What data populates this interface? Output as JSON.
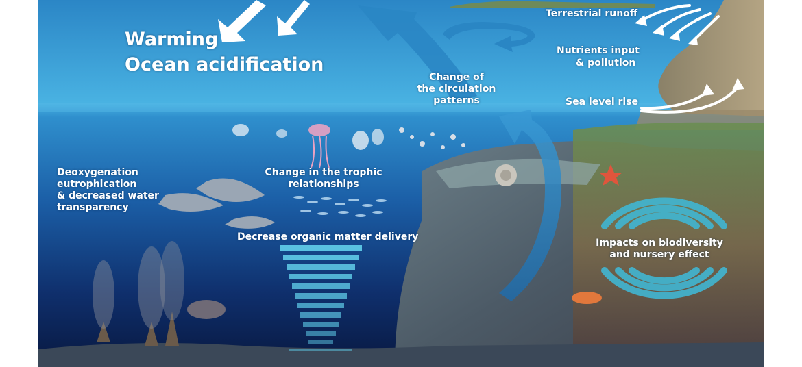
{
  "labels": {
    "warming": "Warming",
    "ocean_acidification": "Ocean acidification",
    "terrestrial_runoff": "Terrestrial runoff",
    "nutrients_line1": "Nutrients input",
    "nutrients_line2": "& pollution",
    "circulation_line1": "Change of",
    "circulation_line2": "the circulation",
    "circulation_line3": "patterns",
    "sea_level_rise": "Sea level rise",
    "deoxygenation_line1": "Deoxygenation",
    "deoxygenation_line2": "eutrophication",
    "deoxygenation_line3": "& decreased water",
    "deoxygenation_line4": "transparency",
    "trophic_line1": "Change in the trophic",
    "trophic_line2": "relationships",
    "organic_matter": "Decrease organic matter delivery",
    "biodiversity_line1": "Impacts on biodiversity",
    "biodiversity_line2": "and nursery effect"
  },
  "colors": {
    "sky_top": "#1a74b8",
    "sea_surface": "#3aa5dc",
    "deep_water": "#0a1f4e",
    "arrow_blue": "#2a86c4",
    "bar_cyan": "#5ec9e6",
    "text": "#ffffff"
  }
}
